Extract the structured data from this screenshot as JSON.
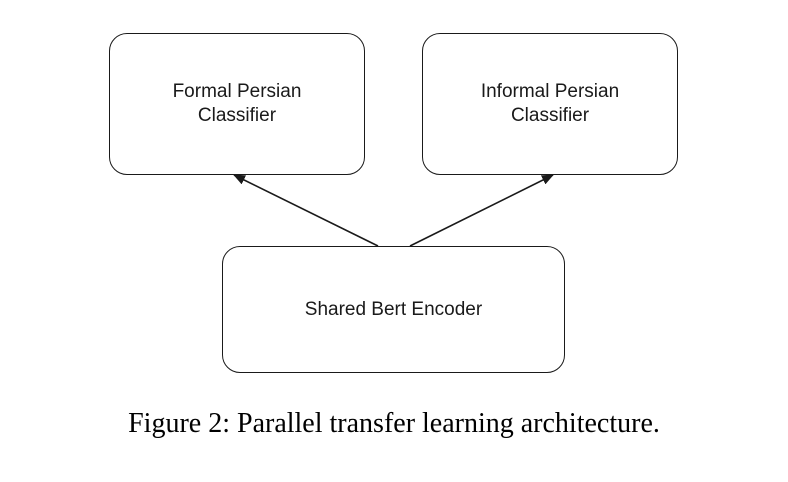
{
  "diagram": {
    "nodes": {
      "formal_classifier": "Formal Persian\nClassifier",
      "informal_classifier": "Informal Persian\nClassifier",
      "shared_encoder": "Shared Bert Encoder"
    },
    "edges": [
      {
        "from": "shared_encoder",
        "to": "formal_classifier"
      },
      {
        "from": "shared_encoder",
        "to": "informal_classifier"
      }
    ],
    "caption": "Figure 2: Parallel transfer learning architecture."
  }
}
